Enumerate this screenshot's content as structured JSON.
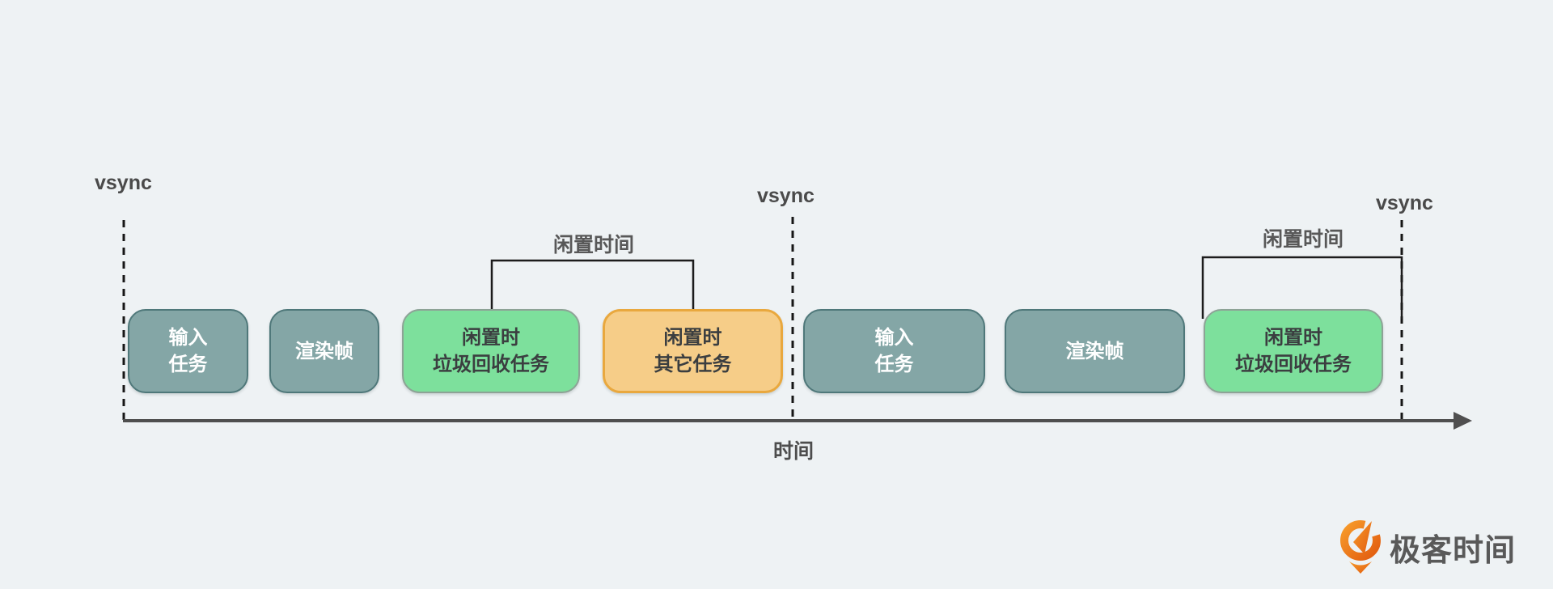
{
  "canvas": {
    "background_color": "#eef2f4"
  },
  "vsync_markers": [
    {
      "label": "vsync"
    },
    {
      "label": "vsync"
    },
    {
      "label": "vsync"
    }
  ],
  "idle_time_brackets": [
    {
      "label": "闲置时间"
    },
    {
      "label": "闲置时间"
    }
  ],
  "time_axis": {
    "label": "时间"
  },
  "task_boxes": [
    {
      "label": "输入\n任务",
      "kind": "input-task",
      "fill": "#84a6a6",
      "border": "#4f787a",
      "text_color": "#ffffff"
    },
    {
      "label": "渲染帧",
      "kind": "render-frame",
      "fill": "#84a6a6",
      "border": "#4f787a",
      "text_color": "#ffffff"
    },
    {
      "label": "闲置时\n垃圾回收任务",
      "kind": "idle-gc-task",
      "fill": "#7de09c",
      "border": "#8da396",
      "text_color": "#3b3e40"
    },
    {
      "label": "闲置时\n其它任务",
      "kind": "idle-other-task",
      "fill": "#f6cd88",
      "border": "#e9a83e",
      "text_color": "#3b3e40"
    },
    {
      "label": "输入\n任务",
      "kind": "input-task",
      "fill": "#84a6a6",
      "border": "#4f787a",
      "text_color": "#ffffff"
    },
    {
      "label": "渲染帧",
      "kind": "render-frame",
      "fill": "#84a6a6",
      "border": "#4f787a",
      "text_color": "#ffffff"
    },
    {
      "label": "闲置时\n垃圾回收任务",
      "kind": "idle-gc-task",
      "fill": "#7de09c",
      "border": "#8da396",
      "text_color": "#3b3e40"
    }
  ],
  "logo": {
    "text": "极客时间",
    "brand_color": "#ed6a12",
    "text_color": "#595959"
  },
  "line_colors": {
    "vsync_dashed": "#161616",
    "bracket": "#1c1c1c",
    "axis": "#4f4f4f"
  }
}
